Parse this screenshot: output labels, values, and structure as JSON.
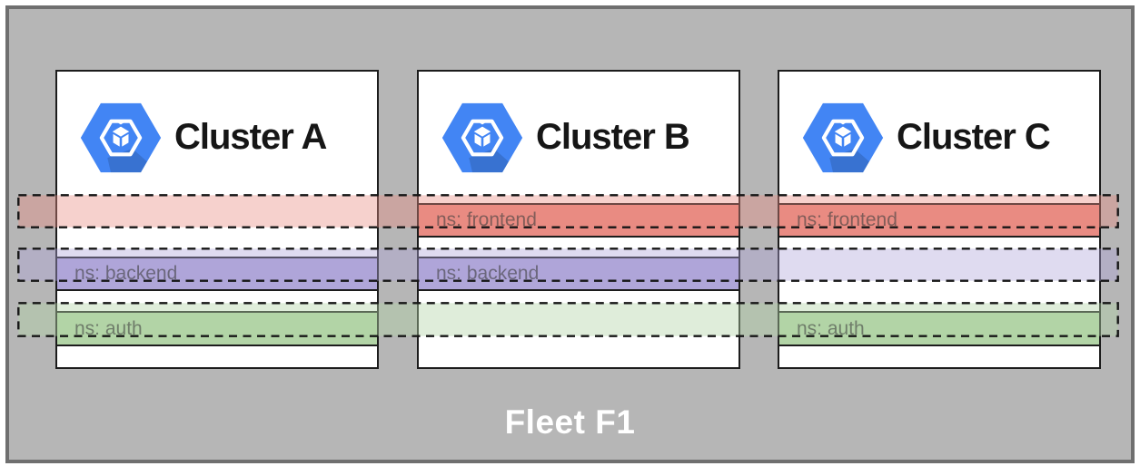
{
  "fleet": {
    "label": "Fleet F1",
    "background_color": "#b6b6b6",
    "border_color": "#6f6f6f",
    "label_color": "#ffffff"
  },
  "namespaces": [
    {
      "id": "frontend",
      "label": "ns: frontend",
      "solid_color": "#E98B83",
      "overlay_color": "rgba(233,139,131,0.40)"
    },
    {
      "id": "backend",
      "label": "ns: backend",
      "solid_color": "#AFA6D9",
      "overlay_color": "rgba(175,166,217,0.40)"
    },
    {
      "id": "auth",
      "label": "ns: auth",
      "solid_color": "#B2D4A6",
      "overlay_color": "rgba(178,212,166,0.42)"
    }
  ],
  "clusters": [
    {
      "name": "Cluster A",
      "icon": "gke-cluster-icon",
      "rows": [
        {
          "namespace": "frontend",
          "present": false
        },
        {
          "namespace": "backend",
          "present": true,
          "label": "ns: backend"
        },
        {
          "namespace": "auth",
          "present": true,
          "label": "ns: auth"
        }
      ]
    },
    {
      "name": "Cluster B",
      "icon": "gke-cluster-icon",
      "rows": [
        {
          "namespace": "frontend",
          "present": true,
          "label": "ns: frontend"
        },
        {
          "namespace": "backend",
          "present": true,
          "label": "ns: backend"
        },
        {
          "namespace": "auth",
          "present": false
        }
      ]
    },
    {
      "name": "Cluster C",
      "icon": "gke-cluster-icon",
      "rows": [
        {
          "namespace": "frontend",
          "present": true,
          "label": "ns: frontend"
        },
        {
          "namespace": "backend",
          "present": false
        },
        {
          "namespace": "auth",
          "present": true,
          "label": "ns: auth"
        }
      ]
    }
  ],
  "icon_colors": {
    "hexagon_blue": "#4285F4",
    "glyph_white": "#ffffff"
  }
}
